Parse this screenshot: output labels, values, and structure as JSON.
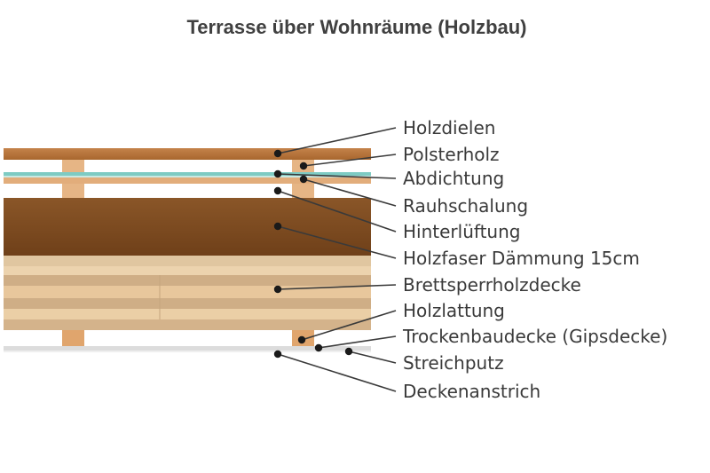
{
  "title": "Terrasse über Wohnräume (Holzbau)",
  "labels": [
    "Holzdielen",
    "Polsterholz",
    "Abdichtung",
    "Rauhschalung",
    "Hinterlüftung",
    "Holzfaser Dämmung 15cm",
    "Brettsperrholzdecke",
    "Holzlattung",
    "Trockenbaudecke (Gipsdecke)",
    "Streichputz",
    "Deckenanstrich"
  ],
  "colors": {
    "deck_boards": "#b8763a",
    "battens": "#e8b888",
    "waterproofing": "#7ecbc3",
    "insulation": "#7b4a1f",
    "clt_light": "#e3c9a4",
    "clt_mid": "#d2b48f",
    "gypsum": "#dcdcdc"
  }
}
